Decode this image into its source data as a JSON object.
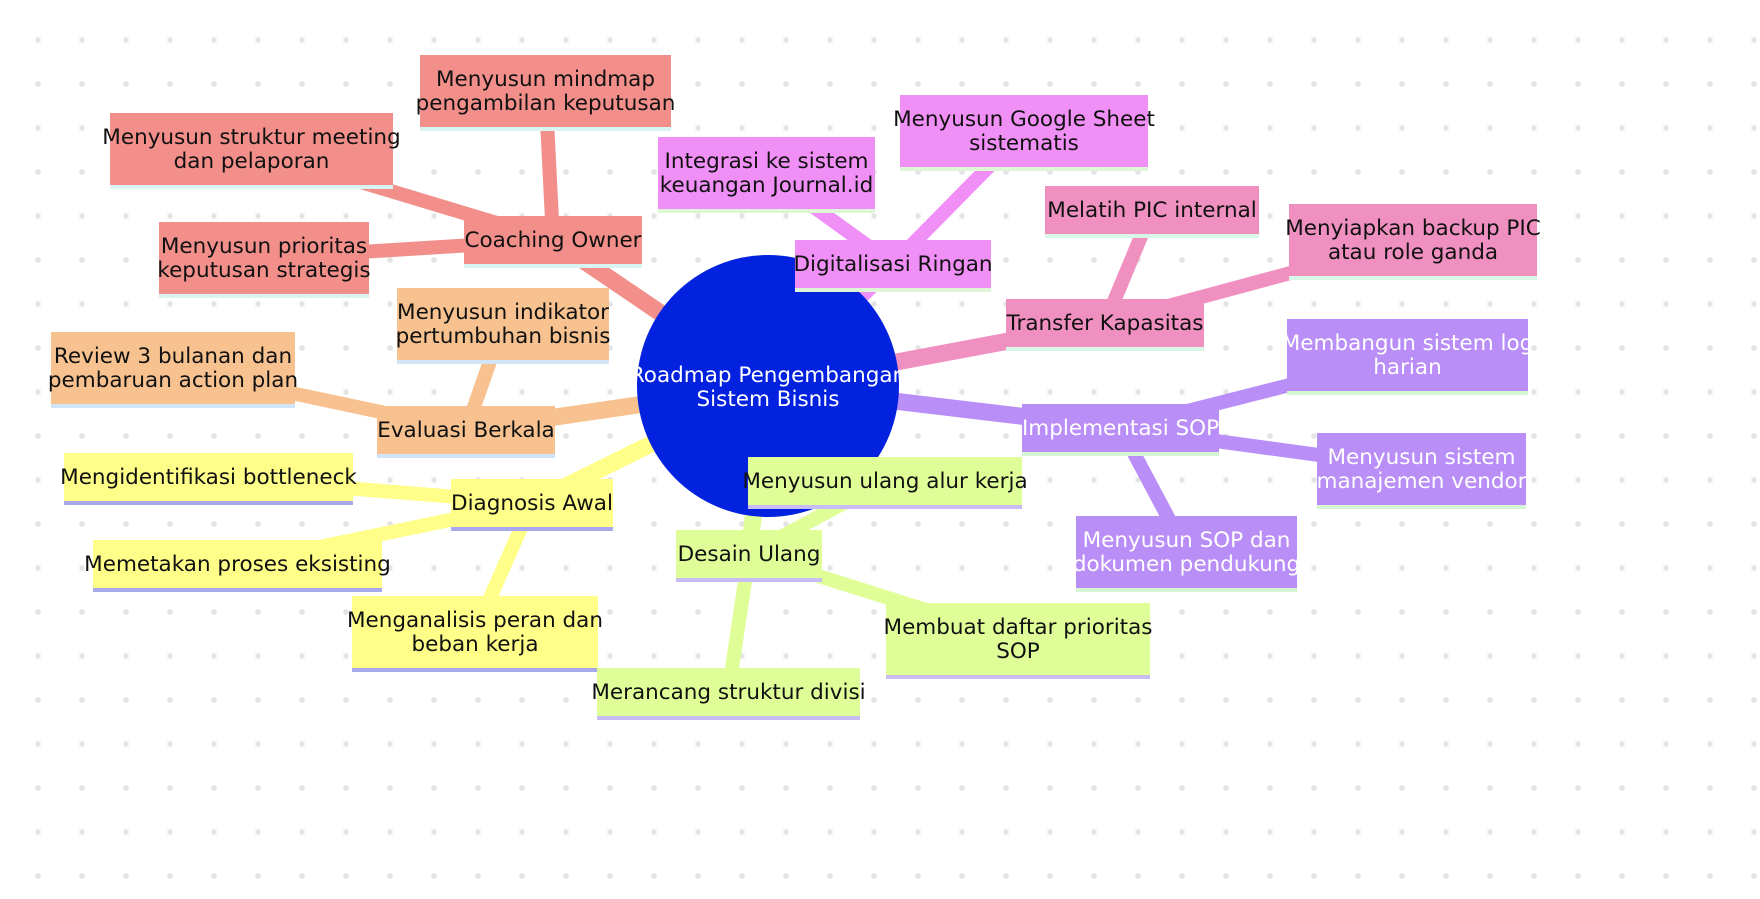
{
  "diagram": {
    "type": "mindmap",
    "root": {
      "label_lines": [
        "Roadmap Pengembangan",
        "Sistem Bisnis"
      ],
      "color": "#0322e0",
      "text_color": "#ffffff"
    },
    "branches": [
      {
        "label": "Coaching Owner",
        "color": "#f28f8a",
        "underline": "#d9f5f2",
        "text_color": "#111111",
        "children": [
          {
            "label_lines": [
              "Menyusun mindmap",
              "pengambilan keputusan"
            ]
          },
          {
            "label_lines": [
              "Menyusun struktur meeting",
              "dan pelaporan"
            ]
          },
          {
            "label_lines": [
              "Menyusun prioritas",
              "keputusan strategis"
            ]
          }
        ]
      },
      {
        "label": "Evaluasi Berkala",
        "color": "#f7c28f",
        "underline": "#d2e4f8",
        "text_color": "#111111",
        "children": [
          {
            "label_lines": [
              "Menyusun indikator",
              "pertumbuhan bisnis"
            ]
          },
          {
            "label_lines": [
              "Review 3 bulanan dan",
              "pembaruan action plan"
            ]
          }
        ]
      },
      {
        "label": "Diagnosis Awal",
        "color": "#fefe88",
        "underline": "#a8a8ec",
        "text_color": "#111111",
        "children": [
          {
            "label_lines": [
              "Mengidentifikasi bottleneck"
            ]
          },
          {
            "label_lines": [
              "Memetakan proses eksisting"
            ]
          },
          {
            "label_lines": [
              "Menganalisis peran dan",
              "beban kerja"
            ]
          }
        ]
      },
      {
        "label": "Desain Ulang",
        "color": "#e0fe98",
        "underline": "#c8bcf4",
        "text_color": "#111111",
        "children": [
          {
            "label_lines": [
              "Menyusun ulang alur kerja"
            ]
          },
          {
            "label_lines": [
              "Membuat daftar prioritas",
              "SOP"
            ]
          },
          {
            "label_lines": [
              "Merancang struktur divisi"
            ]
          }
        ]
      },
      {
        "label": "Implementasi SOP",
        "color": "#b98ef6",
        "underline": "#d6f5d2",
        "text_color": "#ffffff",
        "children": [
          {
            "label_lines": [
              "Membangun sistem log",
              "harian"
            ]
          },
          {
            "label_lines": [
              "Menyusun sistem",
              "manajemen vendor"
            ]
          },
          {
            "label_lines": [
              "Menyusun SOP dan",
              "dokumen pendukung"
            ]
          }
        ]
      },
      {
        "label": "Transfer Kapasitas",
        "color": "#ef90c0",
        "underline": "#d8f7e6",
        "text_color": "#111111",
        "children": [
          {
            "label_lines": [
              "Melatih PIC internal"
            ]
          },
          {
            "label_lines": [
              "Menyiapkan backup PIC",
              "atau role ganda"
            ]
          }
        ]
      },
      {
        "label": "Digitalisasi Ringan",
        "color": "#f08ff6",
        "underline": "#dff6d6",
        "text_color": "#111111",
        "children": [
          {
            "label_lines": [
              "Integrasi ke sistem",
              "keuangan Journal.id"
            ]
          },
          {
            "label_lines": [
              "Menyusun Google Sheet",
              "sistematis"
            ]
          }
        ]
      }
    ]
  }
}
